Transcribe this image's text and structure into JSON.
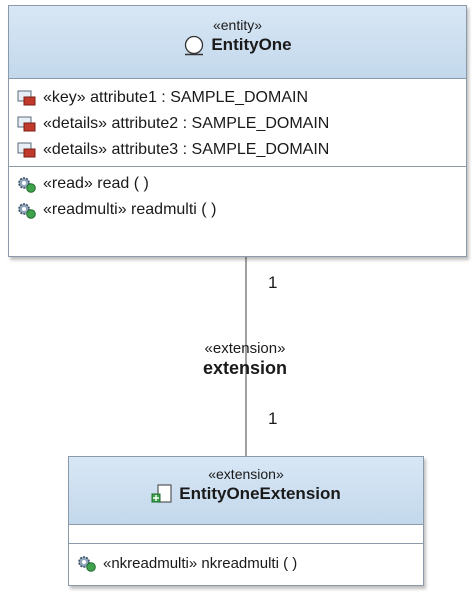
{
  "class_one": {
    "stereotype": "«entity»",
    "name": "EntityOne",
    "attributes": [
      {
        "text": "«key» attribute1 : SAMPLE_DOMAIN",
        "icon": "attribute-icon"
      },
      {
        "text": "«details» attribute2 : SAMPLE_DOMAIN",
        "icon": "attribute-icon"
      },
      {
        "text": "«details» attribute3 : SAMPLE_DOMAIN",
        "icon": "attribute-icon"
      }
    ],
    "operations": [
      {
        "text": "«read» read ( )",
        "icon": "operation-icon"
      },
      {
        "text": "«readmulti» readmulti ( )",
        "icon": "operation-icon"
      }
    ]
  },
  "association": {
    "source_multiplicity": "1",
    "stereotype": "«extension»",
    "name": "extension",
    "target_multiplicity": "1"
  },
  "class_two": {
    "stereotype": "«extension»",
    "name": "EntityOneExtension",
    "operations": [
      {
        "text": "«nkreadmulti» nkreadmulti ( )",
        "icon": "operation-icon"
      }
    ]
  },
  "colors": {
    "header_fill": "#c8dcef",
    "border": "#8a9aa8",
    "attribute_icon": "#c0392b",
    "operation_icon": "#3f7fbf"
  }
}
